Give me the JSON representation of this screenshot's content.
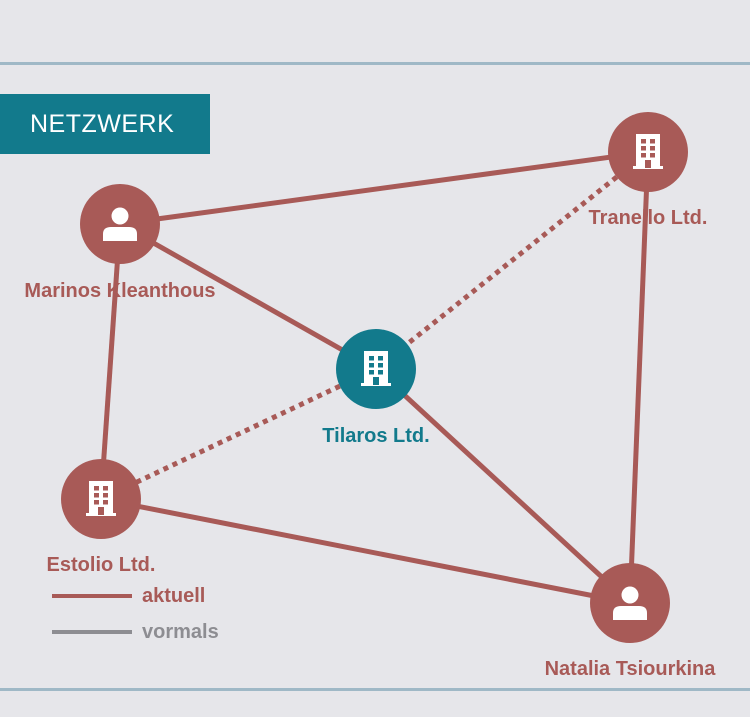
{
  "header": {
    "title": "NETZWERK"
  },
  "colors": {
    "current": "#a85a57",
    "focus": "#127a8c",
    "former": "#8d8d92"
  },
  "nodes": [
    {
      "id": "marinos",
      "label": "Marinos Kleanthous",
      "kind": "person",
      "icon": "person-icon",
      "focus": false
    },
    {
      "id": "tranello",
      "label": "Tranello Ltd.",
      "kind": "company",
      "icon": "building-icon",
      "focus": false
    },
    {
      "id": "tilaros",
      "label": "Tilaros Ltd.",
      "kind": "company",
      "icon": "building-icon",
      "focus": true
    },
    {
      "id": "estolio",
      "label": "Estolio Ltd.",
      "kind": "company",
      "icon": "building-icon",
      "focus": false
    },
    {
      "id": "natalia",
      "label": "Natalia Tsiourkina",
      "kind": "person",
      "icon": "person-icon",
      "focus": false
    }
  ],
  "edges": [
    {
      "from": "marinos",
      "to": "tranello",
      "style": "solid"
    },
    {
      "from": "marinos",
      "to": "tilaros",
      "style": "solid"
    },
    {
      "from": "marinos",
      "to": "estolio",
      "style": "solid"
    },
    {
      "from": "tranello",
      "to": "tilaros",
      "style": "dotted"
    },
    {
      "from": "tranello",
      "to": "natalia",
      "style": "solid"
    },
    {
      "from": "tilaros",
      "to": "estolio",
      "style": "dotted"
    },
    {
      "from": "tilaros",
      "to": "natalia",
      "style": "solid"
    },
    {
      "from": "estolio",
      "to": "natalia",
      "style": "solid"
    }
  ],
  "legend": {
    "current": "aktuell",
    "former": "vormals"
  }
}
